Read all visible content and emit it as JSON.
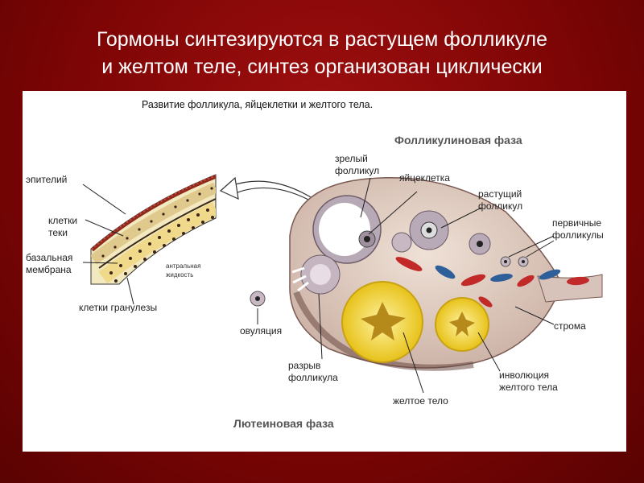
{
  "slide": {
    "title_line1": "Гормоны синтезируются в растущем фолликуле",
    "title_line2": "и желтом теле, синтез организован циклически"
  },
  "figure": {
    "heading": "Развитие фолликула, яйцеклетки и желтого тела.",
    "follicular_phase": "Фолликулиновая фаза",
    "luteal_phase": "Лютеиновая фаза",
    "labels": {
      "epithelium": "эпителий",
      "theca_cells_1": "клетки",
      "theca_cells_2": "теки",
      "basal_membrane_1": "базальная",
      "basal_membrane_2": "мембрана",
      "antral_fluid_1": "антральная",
      "antral_fluid_2": "жидкость",
      "granulosa_cells": "клетки гранулезы",
      "mature_follicle_1": "зрелый",
      "mature_follicle_2": "фолликул",
      "oocyte": "яйцеклетка",
      "growing_follicle_1": "растущий",
      "growing_follicle_2": "фолликул",
      "primary_follicles_1": "первичные",
      "primary_follicles_2": "фолликулы",
      "stroma": "строма",
      "ovulation": "овуляция",
      "follicle_rupture_1": "разрыв",
      "follicle_rupture_2": "фолликула",
      "corpus_luteum": "желтое тело",
      "involution_1": "инволюция",
      "involution_2": "желтого тела"
    }
  }
}
